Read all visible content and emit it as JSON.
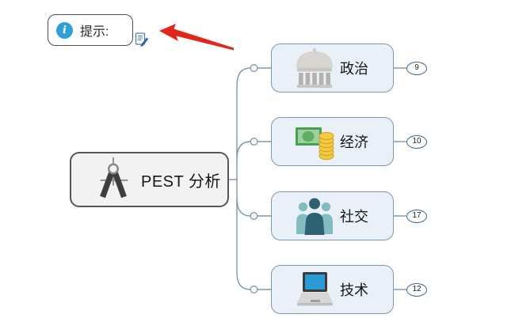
{
  "callout": {
    "label": "提示:",
    "info_glyph": "i"
  },
  "central_topic": {
    "label": "PEST 分析"
  },
  "branches": [
    {
      "label": "政治",
      "badge": "9",
      "icon": "government-building"
    },
    {
      "label": "经济",
      "badge": "10",
      "icon": "money"
    },
    {
      "label": "社交",
      "badge": "17",
      "icon": "people"
    },
    {
      "label": "技术",
      "badge": "12",
      "icon": "laptop"
    }
  ],
  "colors": {
    "connector": "#7b97b2",
    "branch_fill": "#e9f0f8",
    "branch_border": "#7b97b2",
    "central_fill": "#f2f2f2",
    "central_border": "#575757",
    "badge_border": "#44688c",
    "info_blue": "#2f9fd6",
    "annotation_red": "#e2261b"
  }
}
